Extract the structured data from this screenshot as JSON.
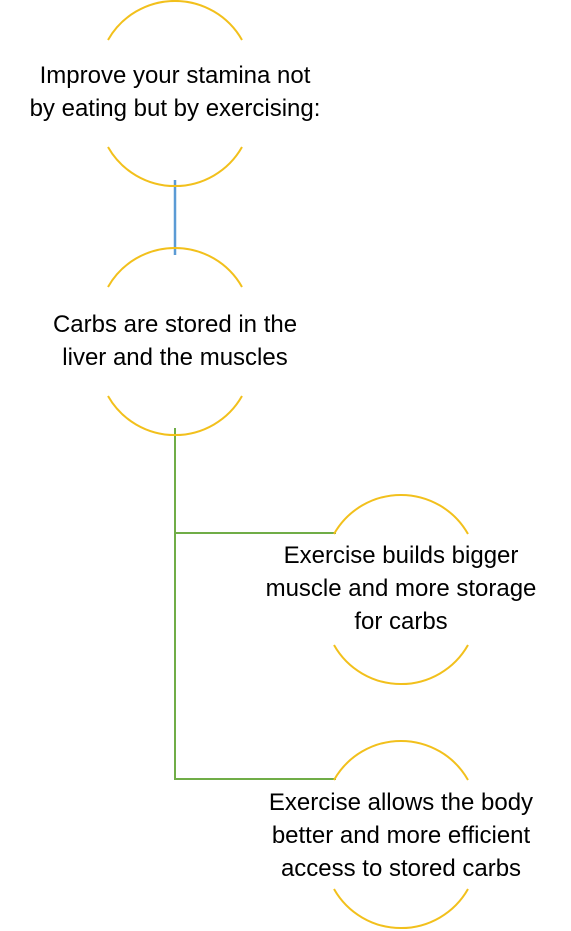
{
  "colors": {
    "background": "#ffffff",
    "arc": "#f2c01c",
    "root_connector": "#5b9bd5",
    "branch_connector": "#70ad47",
    "text": "#000000"
  },
  "nodes": {
    "root": {
      "lines": [
        "Improve your stamina not",
        "by eating but by exercising:"
      ]
    },
    "carbs": {
      "lines": [
        "Carbs are stored in the",
        "liver and the muscles"
      ]
    },
    "muscle": {
      "lines": [
        "Exercise builds bigger",
        "muscle and more storage",
        "for carbs"
      ]
    },
    "access": {
      "lines": [
        "Exercise allows the body",
        "better and more efficient",
        "access to stored carbs"
      ]
    }
  }
}
